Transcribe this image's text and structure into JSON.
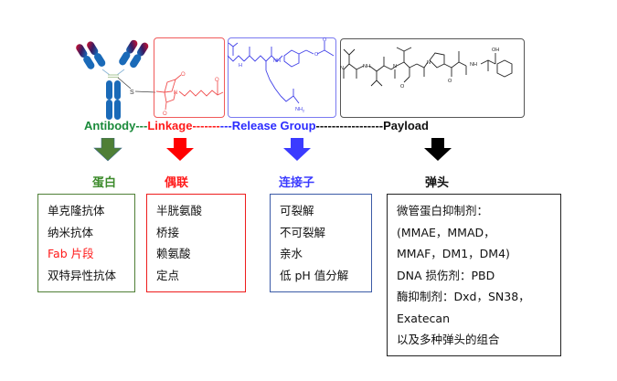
{
  "colors": {
    "antibody": "#1a8a3a",
    "linkage": "#ff1a1a",
    "release_group": "#2b2bff",
    "payload": "#111111",
    "protein_arrow": "#4f7f36",
    "protein_box": "#4f7f36",
    "conj_box": "#ee1c1c",
    "linker_box": "#3b5aa6",
    "payload_box": "#222222"
  },
  "structure": {
    "atoms": {
      "sulfur": "S",
      "oxygen": "O",
      "nitrogen": "N",
      "nh": "NH",
      "h": "H",
      "nh2": "NH",
      "nh2_sub": "2",
      "oh": "OH"
    }
  },
  "header_labels": {
    "antibody": "Antibody",
    "sep1": "---",
    "linkage": "Linkage",
    "sep2": "-------",
    "release_group": "---Release Group",
    "sep3": "-----------------",
    "payload": "Payload"
  },
  "categories": {
    "protein": "蛋白",
    "conjugation": "偶联",
    "linker": "连接子",
    "warhead": "弹头"
  },
  "lists": {
    "protein": [
      {
        "text": "单克隆抗体",
        "highlight": false
      },
      {
        "text": "纳米抗体",
        "highlight": false
      },
      {
        "text": "Fab 片段",
        "highlight": true
      },
      {
        "text": "双特异性抗体",
        "highlight": false
      }
    ],
    "conjugation": [
      "半胱氨酸",
      "桥接",
      "赖氨酸",
      "定点"
    ],
    "linker": [
      "可裂解",
      "不可裂解",
      "亲水",
      "低 pH 值分解"
    ],
    "warhead": [
      "微管蛋白抑制剂：",
      "(MMAE，MMAD，",
      "MMAF，DM1，DM4)",
      "DNA 损伤剂：PBD",
      "酶抑制剂：Dxd，SN38，",
      "Exatecan",
      "以及多种弹头的组合"
    ]
  }
}
